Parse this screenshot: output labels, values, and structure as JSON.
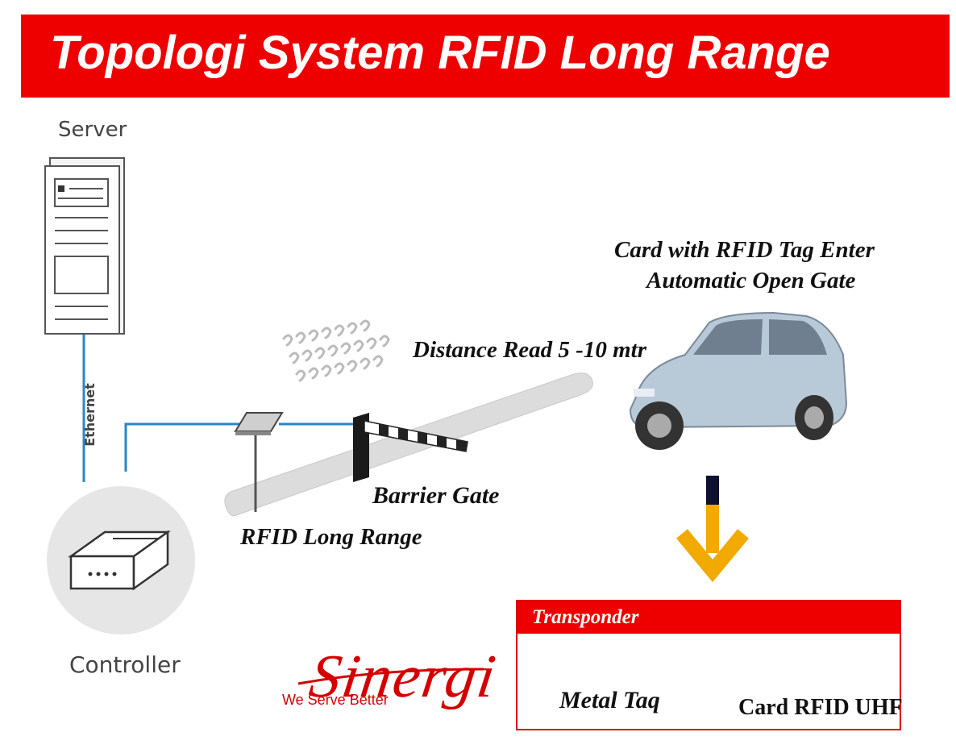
{
  "header": {
    "title": "Topologi System RFID Long Range"
  },
  "nodes": {
    "server": "Server",
    "controller": "Controller",
    "rfid_reader": "RFID Long Range",
    "barrier_gate": "Barrier Gate",
    "car_line1": "Card with RFID Tag Enter",
    "car_line2": "Automatic Open Gate"
  },
  "links": {
    "ethernet": "Ethernet"
  },
  "annotations": {
    "distance": "Distance Read 5 -10 mtr"
  },
  "transponder": {
    "title": "Transponder",
    "items": [
      "Metal Taq",
      "Card RFID UHF"
    ]
  },
  "logo": {
    "word": "Sinergi",
    "tagline": "We Serve Better"
  },
  "colors": {
    "brand_red": "#ee0000",
    "link_blue": "#2a86c8",
    "arrow_orange": "#f2a900",
    "car_body": "#b8c9d8"
  }
}
